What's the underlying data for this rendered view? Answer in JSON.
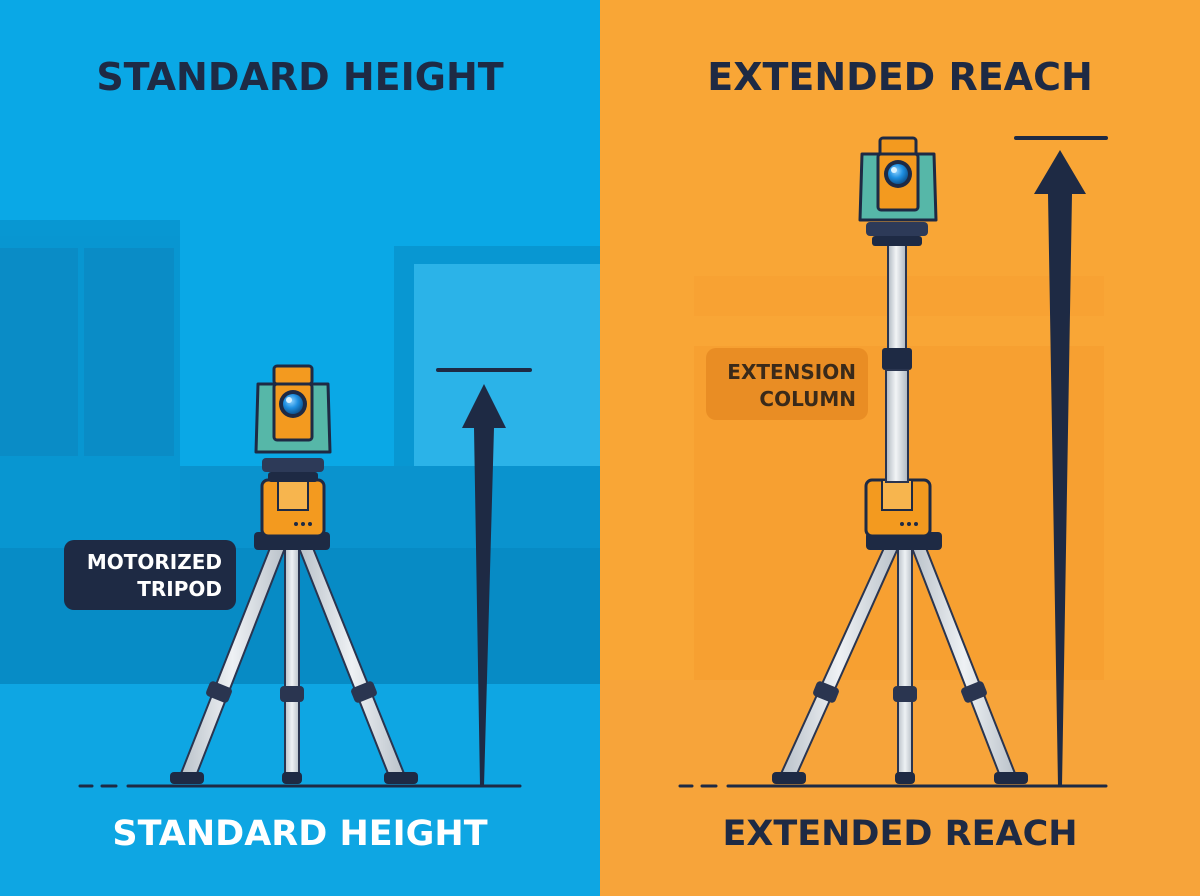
{
  "colors": {
    "left_bg": "#0AA8E6",
    "right_bg": "#F9A636",
    "dark_navy": "#1E2A44",
    "instrument_teal": "#56B7A8",
    "instrument_orange": "#F39A1F",
    "lens_blue": "#1E8FE1",
    "leg_silver": "#D9DEE3"
  },
  "left": {
    "title": "STANDARD HEIGHT",
    "callout": {
      "line1": "MOTORIZED",
      "line2": "TRIPOD"
    },
    "caption": "STANDARD HEIGHT"
  },
  "right": {
    "title": "EXTENDED REACH",
    "callout": {
      "line1": "EXTENSION",
      "line2": "COLUMN"
    },
    "caption": "EXTENDED REACH"
  },
  "icons": {
    "instrument": "total-station-icon",
    "arrow": "height-arrow-icon"
  }
}
